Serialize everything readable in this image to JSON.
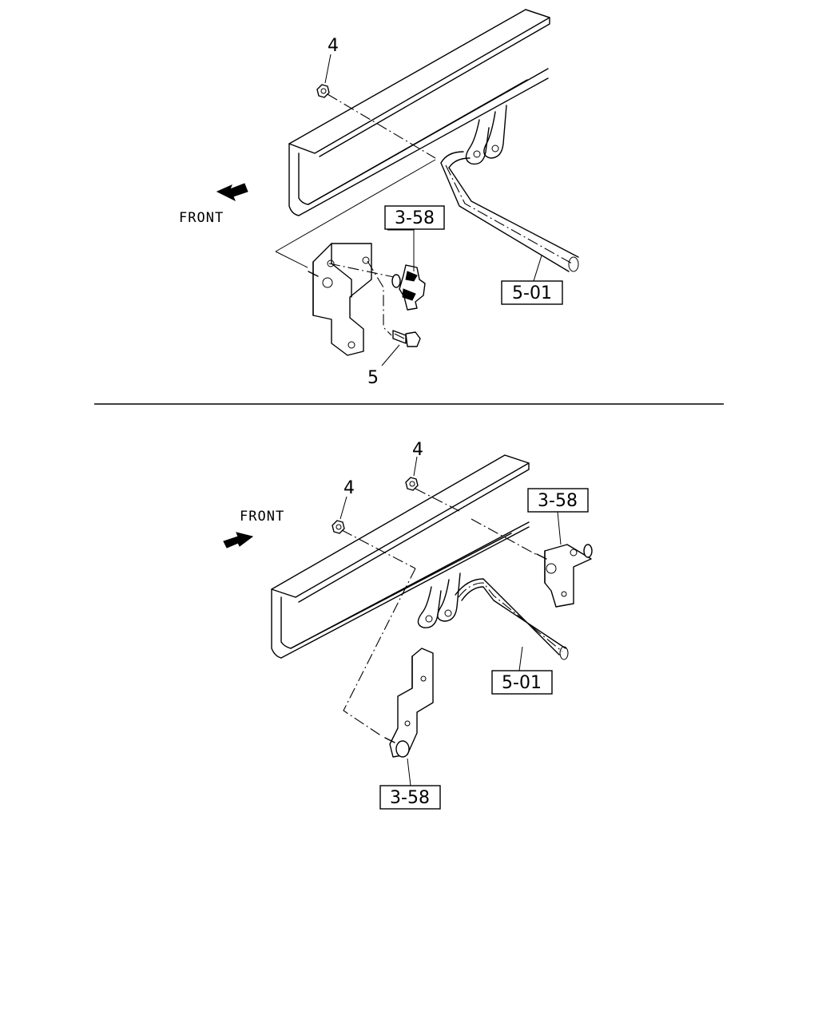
{
  "diagram_top": {
    "front_label": "FRONT",
    "nut_callout": "4",
    "bolt_callout": "5",
    "bracket_ref": "3-58",
    "stabilizer_ref": "5-01"
  },
  "diagram_bottom": {
    "front_label": "FRONT",
    "nut_callout_left": "4",
    "nut_callout_right": "4",
    "bracket_ref_right": "3-58",
    "bracket_ref_lower": "3-58",
    "stabilizer_ref": "5-01"
  }
}
